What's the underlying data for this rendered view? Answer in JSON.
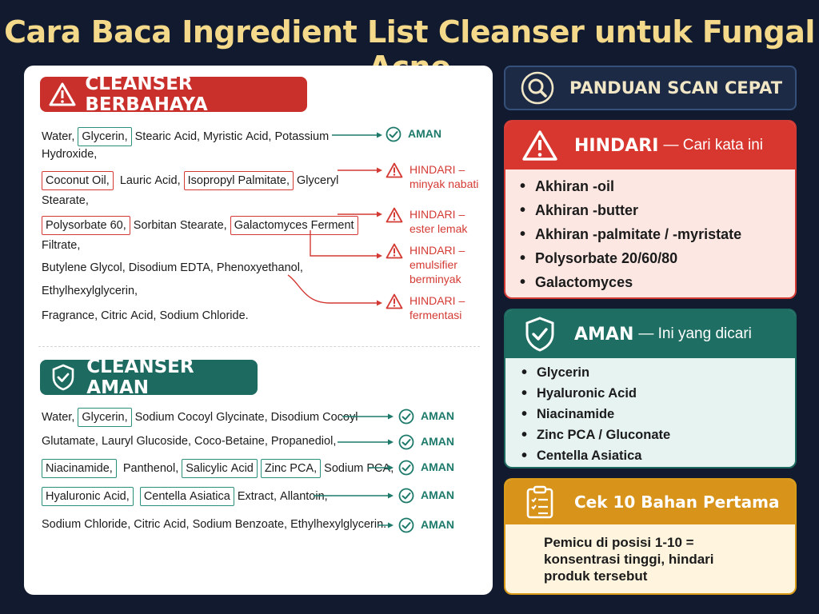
{
  "title": "Cara Baca Ingredient List Cleanser untuk Fungal Acne",
  "colors": {
    "background": "#111a2e",
    "title": "#f4d98a",
    "danger": "#d43a34",
    "safe": "#1d6b60",
    "warning": "#d8941a"
  },
  "left": {
    "bad_section": {
      "label": "CLEANSER BERBAHAYA",
      "icon": "warning-triangle-icon",
      "lines": [
        [
          {
            "t": "Water, "
          },
          {
            "t": "Glycerin,",
            "box": "g"
          },
          {
            "t": " Stearic Acid, Myristic Acid, Potassium"
          }
        ],
        [
          {
            "t": "Hydroxide,"
          }
        ],
        [
          {
            "t": "Coconut Oil,",
            "box": "r"
          },
          {
            "t": "  Lauric Acid, "
          },
          {
            "t": "Isopropyl Palmitate,",
            "box": "r"
          },
          {
            "t": " Glyceryl"
          }
        ],
        [
          {
            "t": "Stearate,"
          }
        ],
        [
          {
            "t": "Polysorbate 60,",
            "box": "r"
          },
          {
            "t": " Sorbitan Stearate, "
          },
          {
            "t": "Galactomyces Ferment",
            "box": "r"
          }
        ],
        [
          {
            "t": "Filtrate,"
          }
        ],
        [
          {
            "t": "Butylene Glycol, Disodium EDTA, Phenoxyethanol,"
          }
        ],
        [
          {
            "t": "Ethylhexylglycerin,"
          }
        ],
        [
          {
            "t": "Fragrance, Citric Acid, Sodium Chloride."
          }
        ]
      ],
      "verdicts": [
        {
          "type": "ok",
          "text": [
            "AMAN"
          ]
        },
        {
          "type": "bad",
          "text": [
            "HINDARI –",
            "minyak nabati"
          ]
        },
        {
          "type": "bad",
          "text": [
            "HINDARI –",
            "ester lemak"
          ]
        },
        {
          "type": "bad",
          "text": [
            "HINDARI –",
            "emulsifier",
            "berminyak"
          ]
        },
        {
          "type": "bad",
          "text": [
            "HINDARI –",
            "fermentasi"
          ]
        }
      ]
    },
    "good_section": {
      "label": "CLEANSER AMAN",
      "icon": "shield-check-icon",
      "lines": [
        [
          {
            "t": "Water, "
          },
          {
            "t": "Glycerin,",
            "box": "g"
          },
          {
            "t": " Sodium Cocoyl Glycinate, Disodium Cocoyl"
          }
        ],
        [
          {
            "t": "Glutamate, Lauryl Glucoside, Coco-Betaine, Propanediol,"
          }
        ],
        [
          {
            "t": "Niacinamide,",
            "box": "g"
          },
          {
            "t": "  Panthenol, "
          },
          {
            "t": "Salicylic Acid",
            "box": "g"
          },
          {
            "t": " "
          },
          {
            "t": "Zinc PCA,",
            "box": "g"
          },
          {
            "t": " Sodium PCA,"
          }
        ],
        [
          {
            "t": "Hyaluronic Acid,",
            "box": "g"
          },
          {
            "t": "  "
          },
          {
            "t": "Centella Asiatica",
            "box": "g"
          },
          {
            "t": " Extract, Allantoin,"
          }
        ],
        [
          {
            "t": "Sodium Chloride, Citric Acid, Sodium Benzoate, Ethylhexylglycerin."
          }
        ]
      ],
      "verdict_label": "AMAN"
    }
  },
  "right": {
    "scan": {
      "label": "PANDUAN SCAN CEPAT",
      "icon": "search-icon"
    },
    "hindari": {
      "title": "HINDARI",
      "subtitle": "— Cari kata ini",
      "icon": "warning-triangle-icon",
      "items": [
        "Akhiran -oil",
        "Akhiran -butter",
        "Akhiran -palmitate / -myristate",
        "Polysorbate 20/60/80",
        "Galactomyces"
      ]
    },
    "aman": {
      "title": "AMAN",
      "subtitle": "— Ini yang dicari",
      "icon": "shield-check-icon",
      "items": [
        "Glycerin",
        "Hyaluronic Acid",
        "Niacinamide",
        "Zinc PCA / Gluconate",
        "Centella Asiatica"
      ]
    },
    "cek": {
      "title": "Cek 10 Bahan Pertama",
      "icon": "clipboard-checklist-icon",
      "body": [
        "Pemicu di posisi 1-10 =",
        "konsentrasi tinggi, hindari",
        "produk tersebut"
      ]
    }
  }
}
